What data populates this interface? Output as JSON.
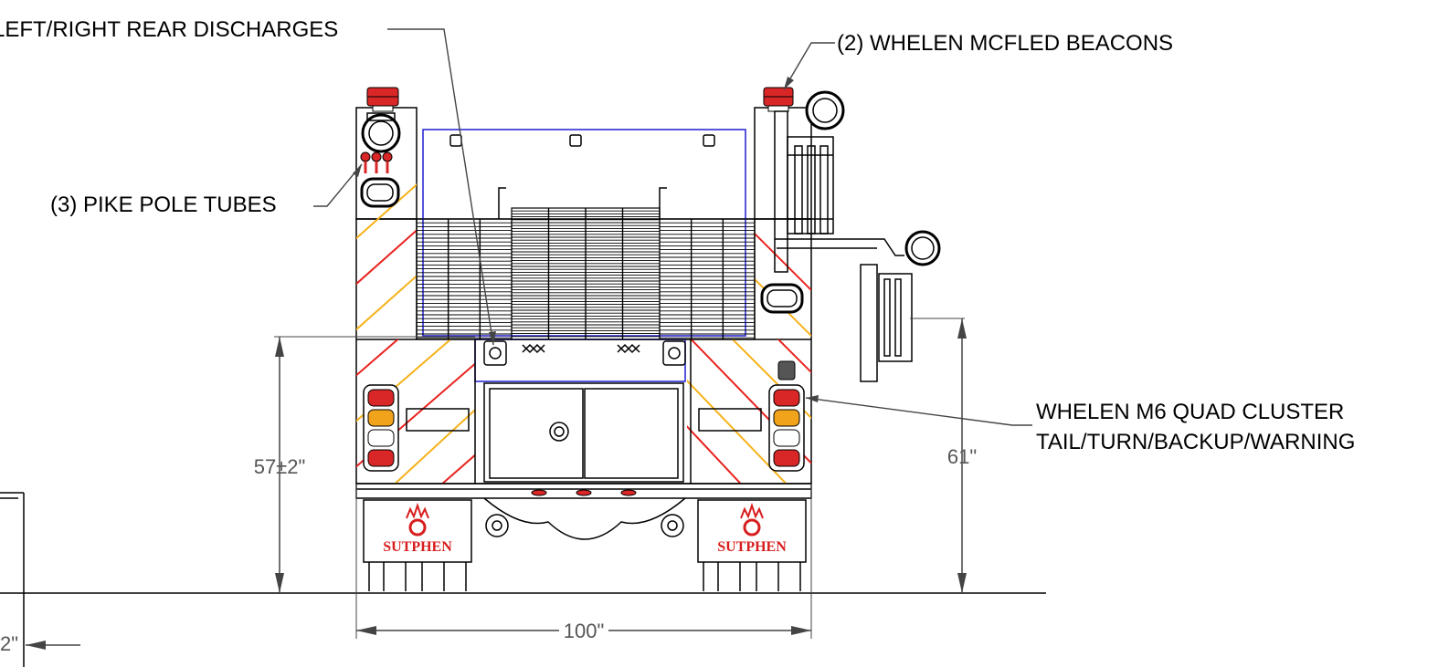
{
  "callouts": {
    "rear_discharges": "LEFT/RIGHT REAR DISCHARGES",
    "beacons": "(2) WHELEN MCFLED BEACONS",
    "pike_pole_tubes": "(3) PIKE POLE TUBES",
    "quad_cluster_line1": "WHELEN M6 QUAD CLUSTER",
    "quad_cluster_line2": "TAIL/TURN/BACKUP/WARNING"
  },
  "dimensions": {
    "height_left": "57±2\"",
    "height_right": "61\"",
    "overall_width": "100\"",
    "partial_left": "2\""
  },
  "branding": {
    "left_mudflap": "SUTPHEN",
    "right_mudflap": "SUTPHEN"
  },
  "colors": {
    "chevron_red": "#e8231f",
    "chevron_yellow": "#f6b21a",
    "light_red": "#d92626",
    "light_amber": "#f2a31c",
    "outline_blue": "#1f1fd0"
  }
}
